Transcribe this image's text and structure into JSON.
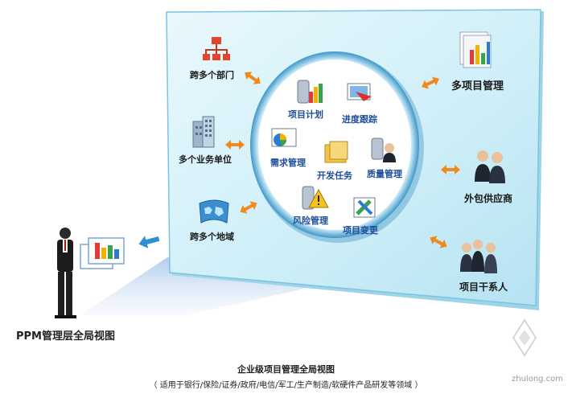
{
  "diagram": {
    "outer_nodes": {
      "cross_department": "跨多个部门",
      "multi_business_unit": "多个业务单位",
      "cross_region": "跨多个地域",
      "multi_project_management": "多项目管理",
      "outsourcing_supplier": "外包供应商",
      "project_stakeholders": "项目干系人"
    },
    "inner_nodes": {
      "project_plan": "项目计划",
      "progress_tracking": "进度跟踪",
      "requirements_management": "需求管理",
      "development_tasks": "开发任务",
      "quality_management": "质量管理",
      "risk_management": "风险管理",
      "project_change": "项目变更"
    },
    "viewer_label": "PPM管理层全局视图",
    "caption_title": "企业级项目管理全局视图",
    "caption_subtitle": "（ 适用于银行/保险/证券/政府/电信/军工/生产制造/软硬件产品研发等领域 ）",
    "watermark": "zhulong.com",
    "colors": {
      "panel": "#cfeef8",
      "panel_edge": "#5fb6d8",
      "ring": "#4aa8d4",
      "arrow": "#f08a1c",
      "inner_text": "#1f4e9a",
      "label_text": "#1a1a1a"
    }
  }
}
